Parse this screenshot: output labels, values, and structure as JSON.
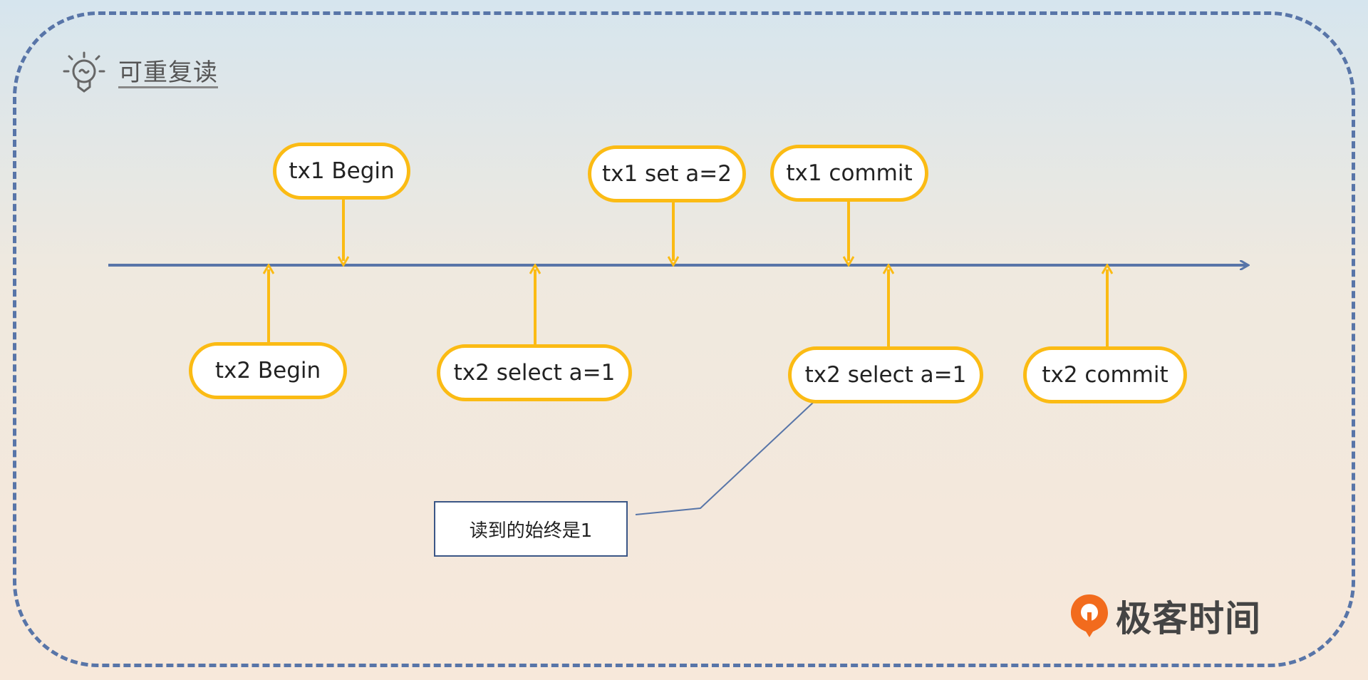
{
  "header": {
    "title": "可重复读"
  },
  "events_top": [
    {
      "label": "tx1 Begin"
    },
    {
      "label": "tx1 set a=2"
    },
    {
      "label": "tx1 commit"
    }
  ],
  "events_bottom": [
    {
      "label": "tx2 Begin"
    },
    {
      "label": "tx2 select a=1"
    },
    {
      "label": "tx2 select a=1"
    },
    {
      "label": "tx2 commit"
    }
  ],
  "note": {
    "text": "读到的始终是1"
  },
  "brand": {
    "name": "极客时间"
  },
  "colors": {
    "frame": "#5875a8",
    "timeline": "#5875a8",
    "arrow": "#fbbb14",
    "box_border": "#fbbb14",
    "brand_orange": "#f26b1d"
  }
}
